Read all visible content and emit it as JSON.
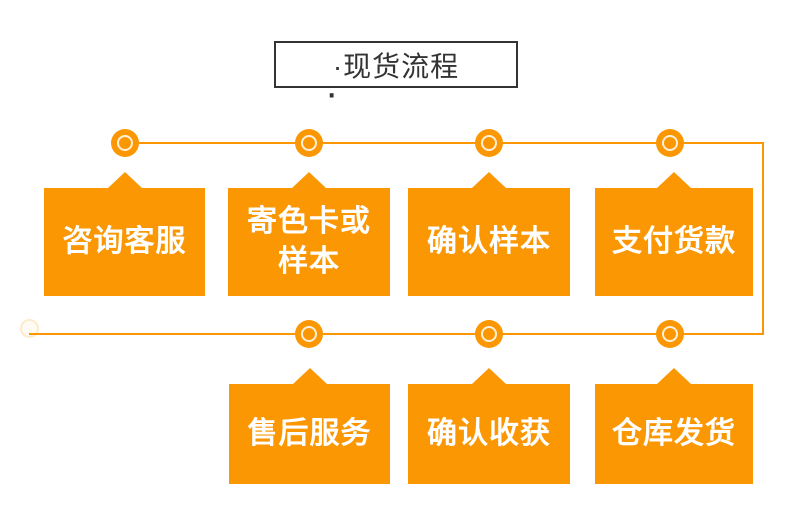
{
  "title": {
    "text": "·现货流程",
    "stray_dot": "·"
  },
  "colors": {
    "accent_orange": "#fb9702",
    "title_text": "#333333",
    "title_border": "#333333",
    "step_text": "#ffffff",
    "background": "#ffffff"
  },
  "flow": {
    "top_steps": [
      {
        "label": "咨询客服"
      },
      {
        "label": "寄色卡或样本"
      },
      {
        "label": "确认样本"
      },
      {
        "label": "支付货款"
      }
    ],
    "bottom_steps": [
      {
        "label": "售后服务"
      },
      {
        "label": "确认收获"
      },
      {
        "label": "仓库发货"
      }
    ]
  }
}
